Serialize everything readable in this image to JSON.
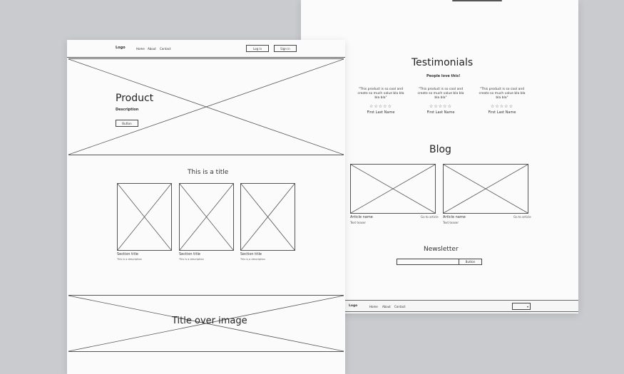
{
  "back_page": {
    "testimonials": {
      "title": "Testimonials",
      "subtitle": "People love this!",
      "items": [
        {
          "quote": "\"This product is so cool and create so much value bla bla bla bla\"",
          "stars": "☆☆☆☆☆",
          "name": "First Last Name"
        },
        {
          "quote": "\"This product is so cool and create so much value bla bla bla bla\"",
          "stars": "☆☆☆☆☆",
          "name": "First Last Name"
        },
        {
          "quote": "\"This product is so cool and create so much value bla bla bla bla\"",
          "stars": "☆☆☆☆☆",
          "name": "First Last Name"
        }
      ]
    },
    "blog": {
      "title": "Blog",
      "articles": [
        {
          "name": "Article name",
          "link": "Go to article",
          "teaser": "Text teaser"
        },
        {
          "name": "Article name",
          "link": "Go to article",
          "teaser": "Text teaser"
        }
      ]
    },
    "newsletter": {
      "title": "Newsletter",
      "button_label": "Button"
    },
    "footer": {
      "logo": "Logo",
      "nav": [
        "Home",
        "About",
        "Contact"
      ],
      "select_value": "▾"
    }
  },
  "front_page": {
    "header": {
      "logo": "Logo",
      "nav": [
        "Home",
        "About",
        "Contact"
      ],
      "login_label": "Log in",
      "signin_label": "Sign in"
    },
    "hero": {
      "title": "Product",
      "description": "Description",
      "button_label": "Button"
    },
    "features": {
      "title": "This is a title",
      "cards": [
        {
          "title": "Section title",
          "description": "This is a description"
        },
        {
          "title": "Section title",
          "description": "This is a description"
        },
        {
          "title": "Section title",
          "description": "This is a description"
        }
      ]
    },
    "banner": {
      "title": "Title over image"
    }
  }
}
